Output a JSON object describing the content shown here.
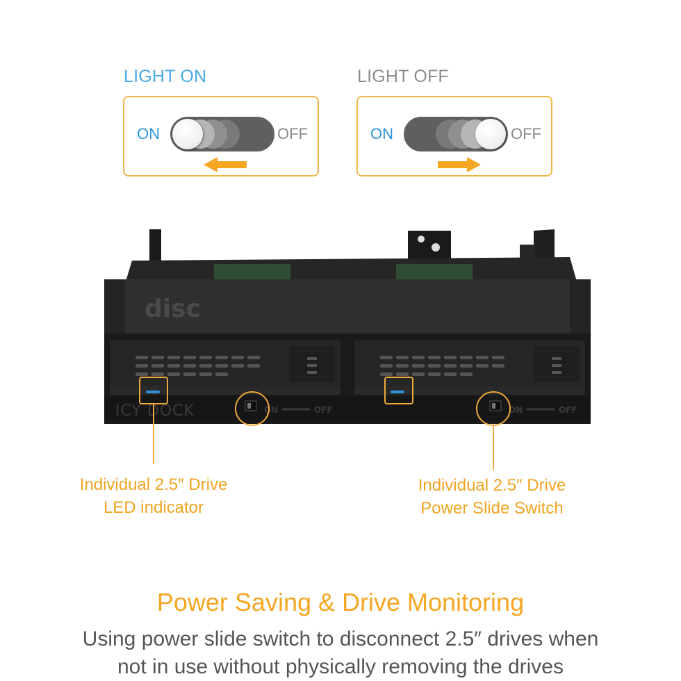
{
  "switch_on": {
    "title": "LIGHT ON",
    "on_label": "ON",
    "off_label": "OFF",
    "knob_position": "left",
    "arrow_direction": "left"
  },
  "switch_off": {
    "title": "LIGHT OFF",
    "on_label": "ON",
    "off_label": "OFF",
    "knob_position": "right",
    "arrow_direction": "right"
  },
  "device": {
    "front_logo": "disc",
    "brand_mark": "ICY DOCK",
    "slot_switch_on": "ON",
    "slot_switch_off": "OFF"
  },
  "callouts": {
    "led": {
      "line1": "Individual 2.5″ Drive",
      "line2": "LED indicator"
    },
    "switch": {
      "line1": "Individual 2.5″ Drive",
      "line2": "Power Slide Switch"
    }
  },
  "footer": {
    "headline": "Power Saving & Drive Monitoring",
    "line1": "Using power slide switch to disconnect 2.5″ drives when",
    "line2": "not in use without physically removing the drives"
  },
  "colors": {
    "accent_orange": "#f5a623",
    "callout_border": "#f0b54a",
    "led_blue": "#2f93d8",
    "title_gray": "#8c8c8c",
    "text_gray": "#555555"
  }
}
